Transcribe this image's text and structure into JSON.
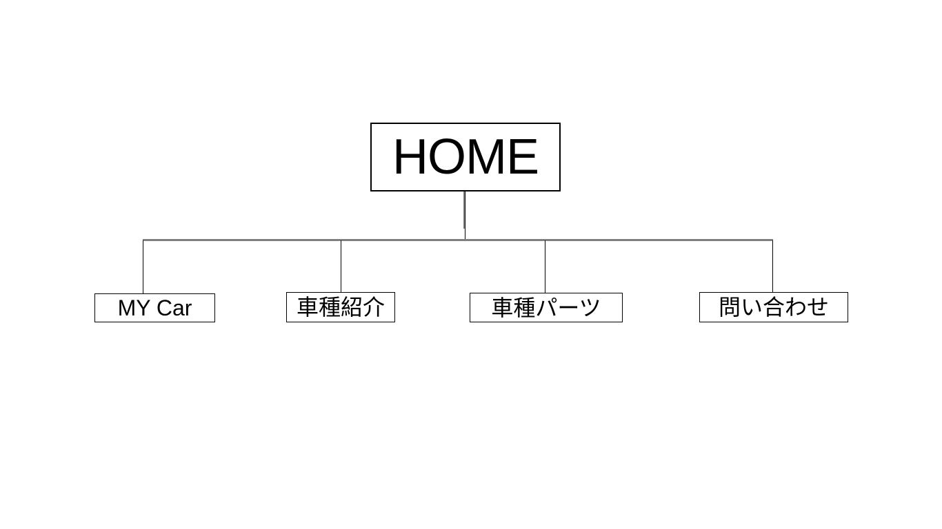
{
  "diagram": {
    "type": "sitemap-tree",
    "root": {
      "label": "HOME"
    },
    "children": [
      {
        "label": "MY Car"
      },
      {
        "label": "車種紹介"
      },
      {
        "label": "車種パーツ"
      },
      {
        "label": "問い合わせ"
      }
    ],
    "colors": {
      "background": "#ffffff",
      "box_fill": "#ffffff",
      "box_border": "#000000",
      "text": "#000000",
      "connector_horizontal": "#7f7f7f",
      "connector_vertical": "#000000"
    }
  }
}
